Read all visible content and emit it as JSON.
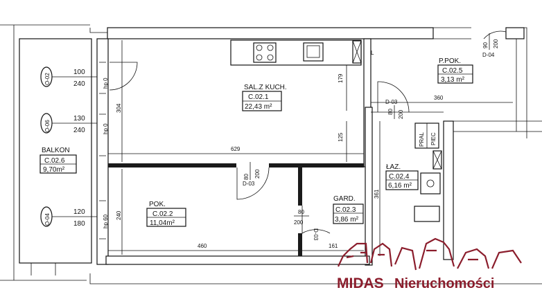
{
  "rooms": [
    {
      "name": "SAL.Z KUCH.",
      "code": "C.02.1",
      "area": "22,43 m²"
    },
    {
      "name": "P.POK.",
      "code": "C.02.5",
      "area": "3,13 m²"
    },
    {
      "name": "BALKON",
      "code": "C.02.6",
      "area": "9,70m²"
    },
    {
      "name": "POK.",
      "code": "C.02.2",
      "area": "11,04m²"
    },
    {
      "name": "GARD.",
      "code": "C.02.3",
      "area": "3,86 m²"
    },
    {
      "name": "ŁAZ.",
      "code": "C.02.4",
      "area": "6,16 m²"
    }
  ],
  "windows": [
    {
      "tag": "O-02",
      "w": "100",
      "h": "240",
      "sill": "hp 0"
    },
    {
      "tag": "O-06",
      "w": "130",
      "h": "240",
      "sill": "hp 0"
    },
    {
      "tag": "O-04",
      "w": "120",
      "h": "180",
      "sill": "hp 60"
    }
  ],
  "doors": [
    {
      "tag": "D-04",
      "w": "90",
      "h": "200"
    },
    {
      "tag": "D-03",
      "w": "80",
      "h": "200"
    },
    {
      "tag": "D-03",
      "w": "80",
      "h": "200"
    },
    {
      "tag": "D-03",
      "w": "80",
      "h": "200"
    }
  ],
  "dimensions": {
    "d304": "304",
    "d179": "179",
    "d125": "125",
    "d629": "629",
    "d360": "360",
    "d361": "361",
    "d240": "240",
    "d460": "460",
    "d161": "161"
  },
  "fixtures": {
    "laundry": "PRAL",
    "oven": "PIEC",
    "fridge_mark": "L"
  },
  "logo": {
    "brand": "MIDAS",
    "suffix": "Nieruchomości"
  },
  "colors": {
    "brand": "#8b1d2c",
    "wall": "#111111",
    "hatch": "#1a1a1a"
  }
}
